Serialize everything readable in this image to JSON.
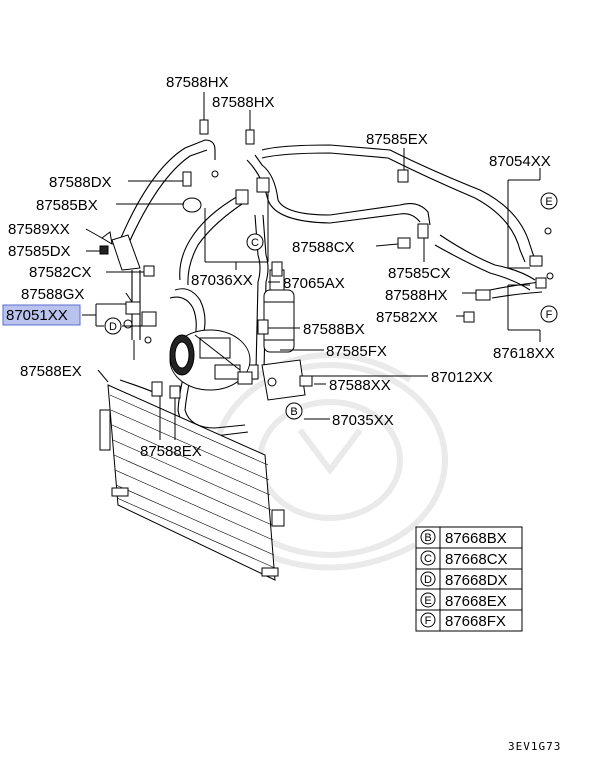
{
  "labels": {
    "p87588HX_a": "87588HX",
    "p87588HX_b": "87588HX",
    "p87585EX": "87585EX",
    "p87054XX": "87054XX",
    "p87588DX": "87588DX",
    "p87585BX": "87585BX",
    "p87589XX": "87589XX",
    "p87585DX": "87585DX",
    "p87582CX": "87582CX",
    "p87588GX": "87588GX",
    "p87051XX": "87051XX",
    "p87036XX": "87036XX",
    "p87065AX": "87065AX",
    "p87588CX": "87588CX",
    "p87585CX": "87585CX",
    "p87588HX_c": "87588HX",
    "p87582XX": "87582XX",
    "p87588BX": "87588BX",
    "p87618XX": "87618XX",
    "p87585FX": "87585FX",
    "p87588EX_a": "87588EX",
    "p87588XX": "87588XX",
    "p87012XX": "87012XX",
    "p87035XX": "87035XX",
    "p87588EX_b": "87588EX"
  },
  "callouts": {
    "B": "B",
    "C": "C",
    "D": "D",
    "E": "E",
    "F": "F"
  },
  "legend": [
    {
      "letter": "B",
      "part": "87668BX"
    },
    {
      "letter": "C",
      "part": "87668CX"
    },
    {
      "letter": "D",
      "part": "87668DX"
    },
    {
      "letter": "E",
      "part": "87668EX"
    },
    {
      "letter": "F",
      "part": "87668FX"
    }
  ],
  "diagram_code": "3EV1G73",
  "highlight_color": "#b9c3ee"
}
